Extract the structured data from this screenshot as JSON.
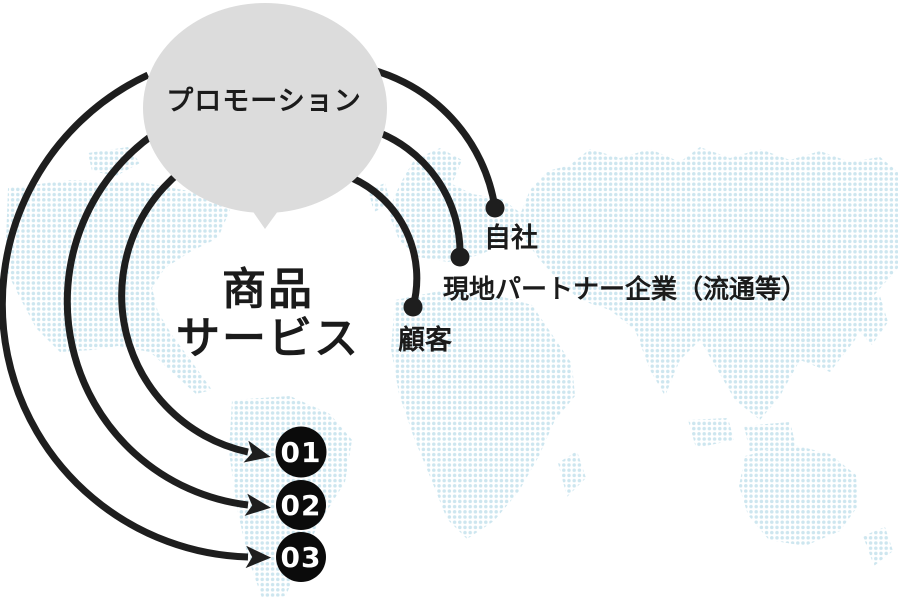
{
  "diagram": {
    "bubble": {
      "label": "プロモーション"
    },
    "center": {
      "line1": "商品",
      "line2": "サービス"
    },
    "targets": [
      {
        "label": "自社"
      },
      {
        "label": "現地パートナー企業（流通等）"
      },
      {
        "label": "顧客"
      }
    ],
    "steps": [
      {
        "label": "01"
      },
      {
        "label": "02"
      },
      {
        "label": "03"
      }
    ],
    "icons": {
      "bubble": "speech-bubble",
      "left_connectors": "curved-arrow-right",
      "right_connectors": "curved-line-with-endpoint-dot",
      "background": "dotted-world-map"
    },
    "colors": {
      "line": "#1e1e1e",
      "bubble_fill": "#dcdcdc",
      "map_dot": "#cde6ef",
      "step_circle_fill": "#0b0b0b",
      "step_number_text": "#ffffff",
      "text": "#1b1b1b",
      "background": "#ffffff"
    }
  }
}
